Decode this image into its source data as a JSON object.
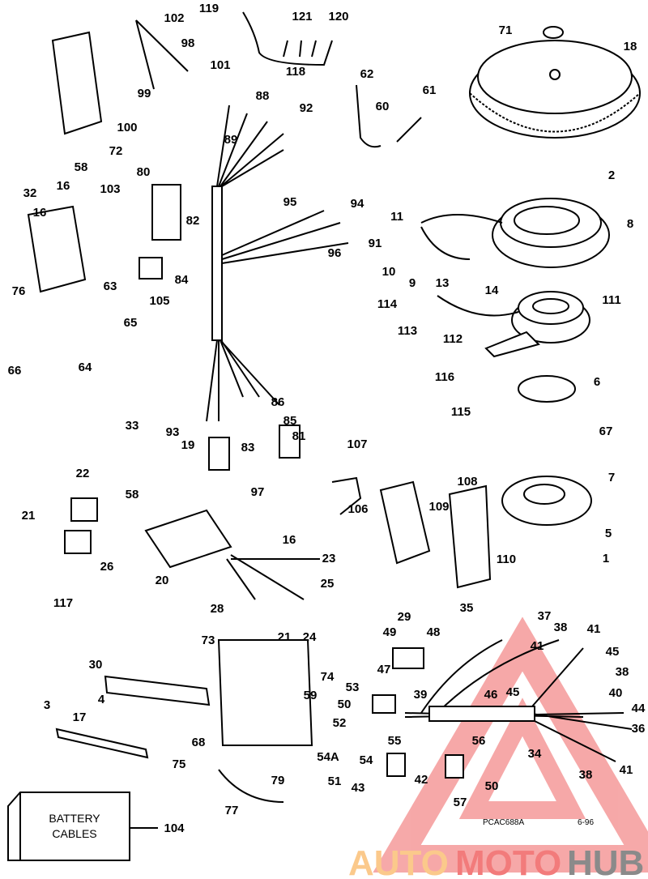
{
  "diagram": {
    "callouts": [
      "102",
      "98",
      "101",
      "99",
      "100",
      "119",
      "121",
      "120",
      "118",
      "88",
      "92",
      "89",
      "71",
      "18",
      "62",
      "60",
      "61",
      "72",
      "58",
      "32",
      "16",
      "103",
      "80",
      "82",
      "2",
      "16",
      "95",
      "94",
      "11",
      "8",
      "91",
      "96",
      "76",
      "63",
      "105",
      "84",
      "10",
      "9",
      "13",
      "14",
      "114",
      "113",
      "111",
      "112",
      "65",
      "66",
      "64",
      "116",
      "6",
      "115",
      "86",
      "85",
      "67",
      "93",
      "33",
      "19",
      "83",
      "81",
      "107",
      "22",
      "97",
      "7",
      "108",
      "58",
      "21",
      "109",
      "106",
      "5",
      "16",
      "110",
      "1",
      "26",
      "23",
      "20",
      "25",
      "117",
      "29",
      "35",
      "37",
      "28",
      "21",
      "24",
      "49",
      "48",
      "38",
      "41",
      "73",
      "45",
      "41",
      "30",
      "47",
      "74",
      "38",
      "53",
      "59",
      "45",
      "46",
      "39",
      "40",
      "4",
      "50",
      "52",
      "44",
      "17",
      "36",
      "3",
      "68",
      "55",
      "56",
      "54A",
      "34",
      "75",
      "54",
      "51",
      "43",
      "42",
      "38",
      "41",
      "50",
      "79",
      "57",
      "77",
      "104"
    ],
    "battery_box_lines": [
      "BATTERY",
      "CABLES"
    ],
    "drawing_code": "PCAC688A",
    "drawing_date": "6-96"
  },
  "watermark": {
    "parts": [
      "AUTO",
      "MOTO",
      "HUB"
    ],
    "colors": [
      "#fbc98b",
      "#f27b7b",
      "#8a8a8a"
    ],
    "triangle_color": "#f59a9a"
  }
}
